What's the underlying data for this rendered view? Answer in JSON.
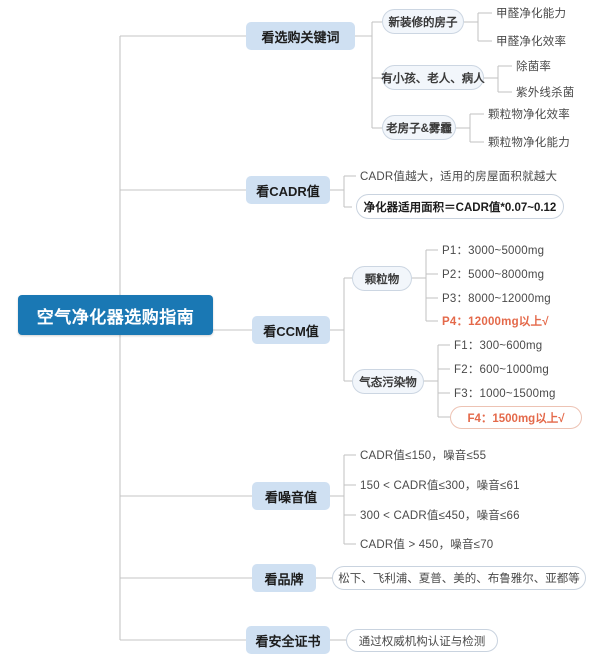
{
  "mindmap": {
    "root": {
      "label": "空气净化器选购指南"
    },
    "branches": [
      {
        "label": "看选购关键词",
        "groups": [
          {
            "label": "新装修的房子",
            "leaves": [
              {
                "text": "甲醛净化能力",
                "style": "plain"
              },
              {
                "text": "甲醛净化效率",
                "style": "plain"
              }
            ]
          },
          {
            "label": "有小孩、老人、病人",
            "leaves": [
              {
                "text": "除菌率",
                "style": "plain"
              },
              {
                "text": "紫外线杀菌",
                "style": "plain"
              }
            ]
          },
          {
            "label": "老房子&雾霾",
            "leaves": [
              {
                "text": "颗粒物净化效率",
                "style": "plain"
              },
              {
                "text": "颗粒物净化能力",
                "style": "plain"
              }
            ]
          }
        ]
      },
      {
        "label": "看CADR值",
        "leaves": [
          {
            "text": "CADR值越大，适用的房屋面积就越大",
            "style": "plain"
          },
          {
            "text": "净化器适用面积＝CADR值*0.07~0.12",
            "style": "boxed"
          }
        ]
      },
      {
        "label": "看CCM值",
        "groups": [
          {
            "label": "颗粒物",
            "leaves": [
              {
                "text": "P1：3000~5000mg",
                "style": "plain"
              },
              {
                "text": "P2：5000~8000mg",
                "style": "plain"
              },
              {
                "text": "P3：8000~12000mg",
                "style": "plain"
              },
              {
                "text": "P4：12000mg以上√",
                "style": "boxed-highlight"
              }
            ]
          },
          {
            "label": "气态污染物",
            "leaves": [
              {
                "text": "F1：300~600mg",
                "style": "plain"
              },
              {
                "text": "F2：600~1000mg",
                "style": "plain"
              },
              {
                "text": "F3：1000~1500mg",
                "style": "plain"
              },
              {
                "text": "F4：1500mg以上√",
                "style": "boxed-highlight"
              }
            ]
          }
        ]
      },
      {
        "label": "看噪音值",
        "leaves": [
          {
            "text": "CADR值≤150，噪音≤55",
            "style": "plain"
          },
          {
            "text": "150 < CADR值≤300，噪音≤61",
            "style": "plain"
          },
          {
            "text": "300 < CADR值≤450，噪音≤66",
            "style": "plain"
          },
          {
            "text": "CADR值 > 450，噪音≤70",
            "style": "plain"
          }
        ]
      },
      {
        "label": "看品牌",
        "leaves": [
          {
            "text": "松下、飞利浦、夏普、美的、布鲁雅尔、亚都等",
            "style": "pill"
          }
        ]
      },
      {
        "label": "看安全证书",
        "leaves": [
          {
            "text": "通过权威机构认证与检测",
            "style": "pill"
          }
        ]
      }
    ]
  },
  "colors": {
    "root_fill": "#1a78b4",
    "root_text": "#ffffff",
    "branch_fill": "#cfe0f2",
    "group_fill": "#f2f6fb",
    "leaf_text": "#4a4a4a",
    "highlight": "#e4694a",
    "connector": "#c4c4c4"
  }
}
